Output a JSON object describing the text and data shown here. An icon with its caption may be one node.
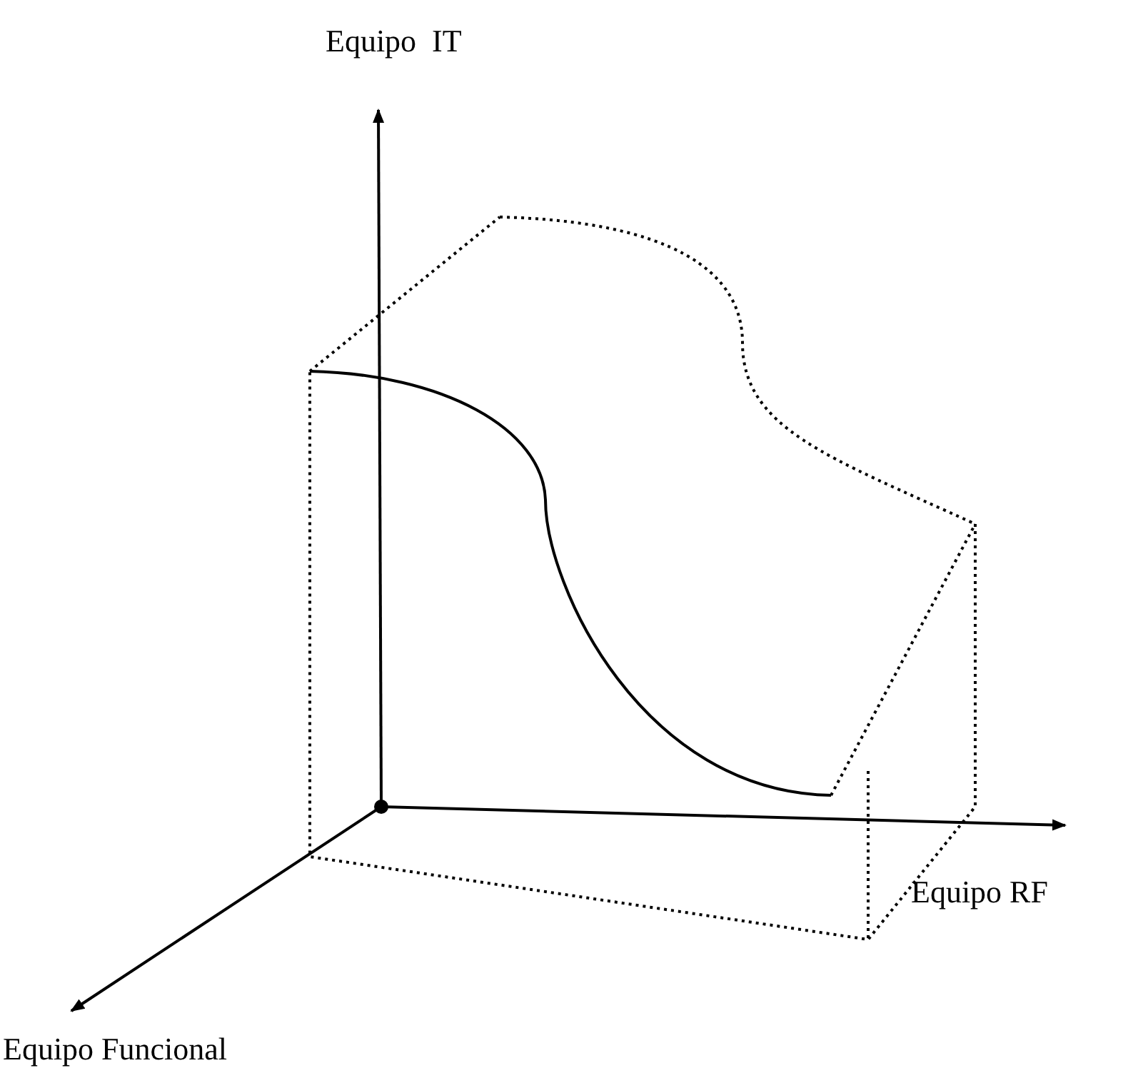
{
  "diagram": {
    "labels": [
      "Equipo  IT",
      "Equipo RF",
      "Equipo Funcional"
    ]
  }
}
